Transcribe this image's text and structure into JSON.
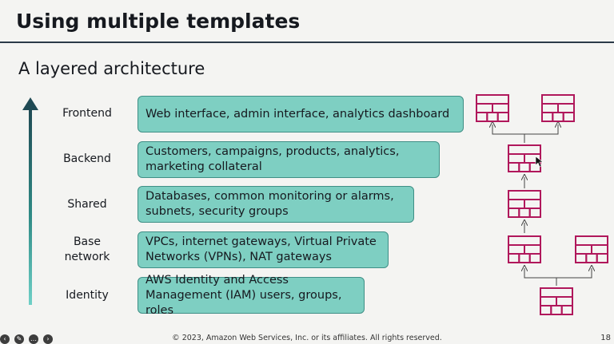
{
  "slide": {
    "title": "Using multiple templates",
    "subtitle": "A layered architecture"
  },
  "layers": [
    {
      "label": "Frontend",
      "description": "Web interface, admin interface, analytics dashboard"
    },
    {
      "label": "Backend",
      "description": "Customers, campaigns, products, analytics, marketing collateral"
    },
    {
      "label": "Shared",
      "description": "Databases, common monitoring or alarms, subnets, security groups"
    },
    {
      "label": "Base network",
      "description": "VPCs, internet gateways, Virtual Private Networks (VPNs), NAT gateways"
    },
    {
      "label": "Identity",
      "description": "AWS Identity and Access Management (IAM) users, groups, roles"
    }
  ],
  "footer": {
    "copyright": "© 2023, Amazon Web Services, Inc. or its affiliates. All rights reserved.",
    "page_number": "18",
    "icons": [
      "prev-icon",
      "pencil-icon",
      "more-icon",
      "next-icon"
    ]
  },
  "colors": {
    "box_fill": "#7ecfc2",
    "stack_icon": "#b0175b",
    "arrow_dark": "#1f4a54"
  }
}
